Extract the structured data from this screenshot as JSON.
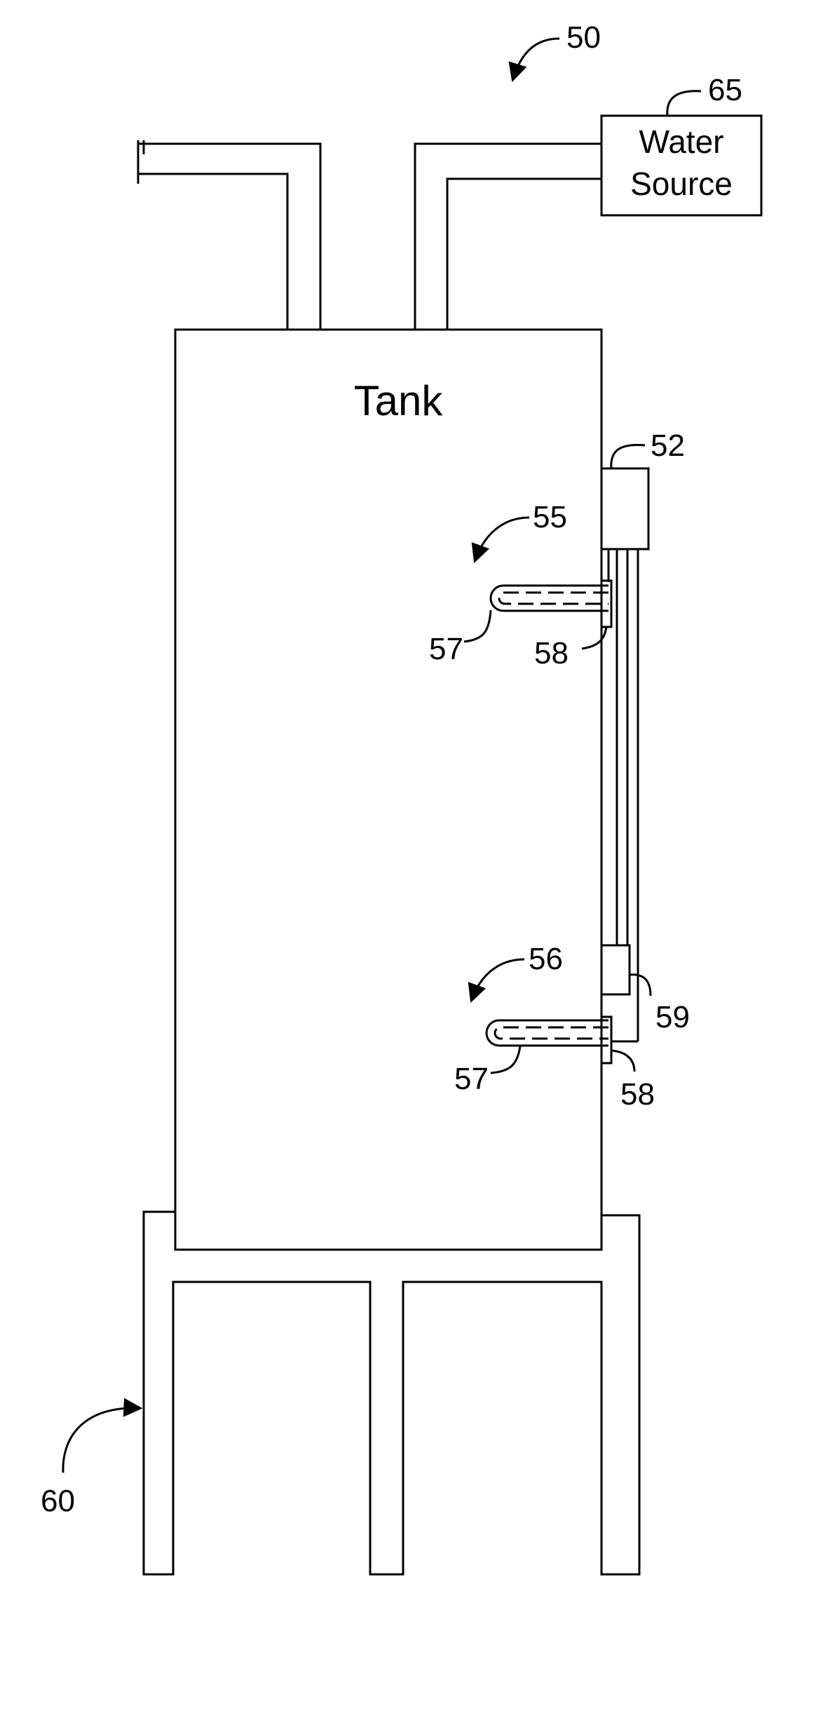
{
  "figure": {
    "label_50": "50",
    "label_65": "65",
    "water_source_line1": "Water",
    "water_source_line2": "Source",
    "tank_label": "Tank",
    "label_52": "52",
    "label_55": "55",
    "label_57_top": "57",
    "label_58_top": "58",
    "label_56": "56",
    "label_59": "59",
    "label_57_bottom": "57",
    "label_58_bottom": "58",
    "label_60": "60"
  }
}
